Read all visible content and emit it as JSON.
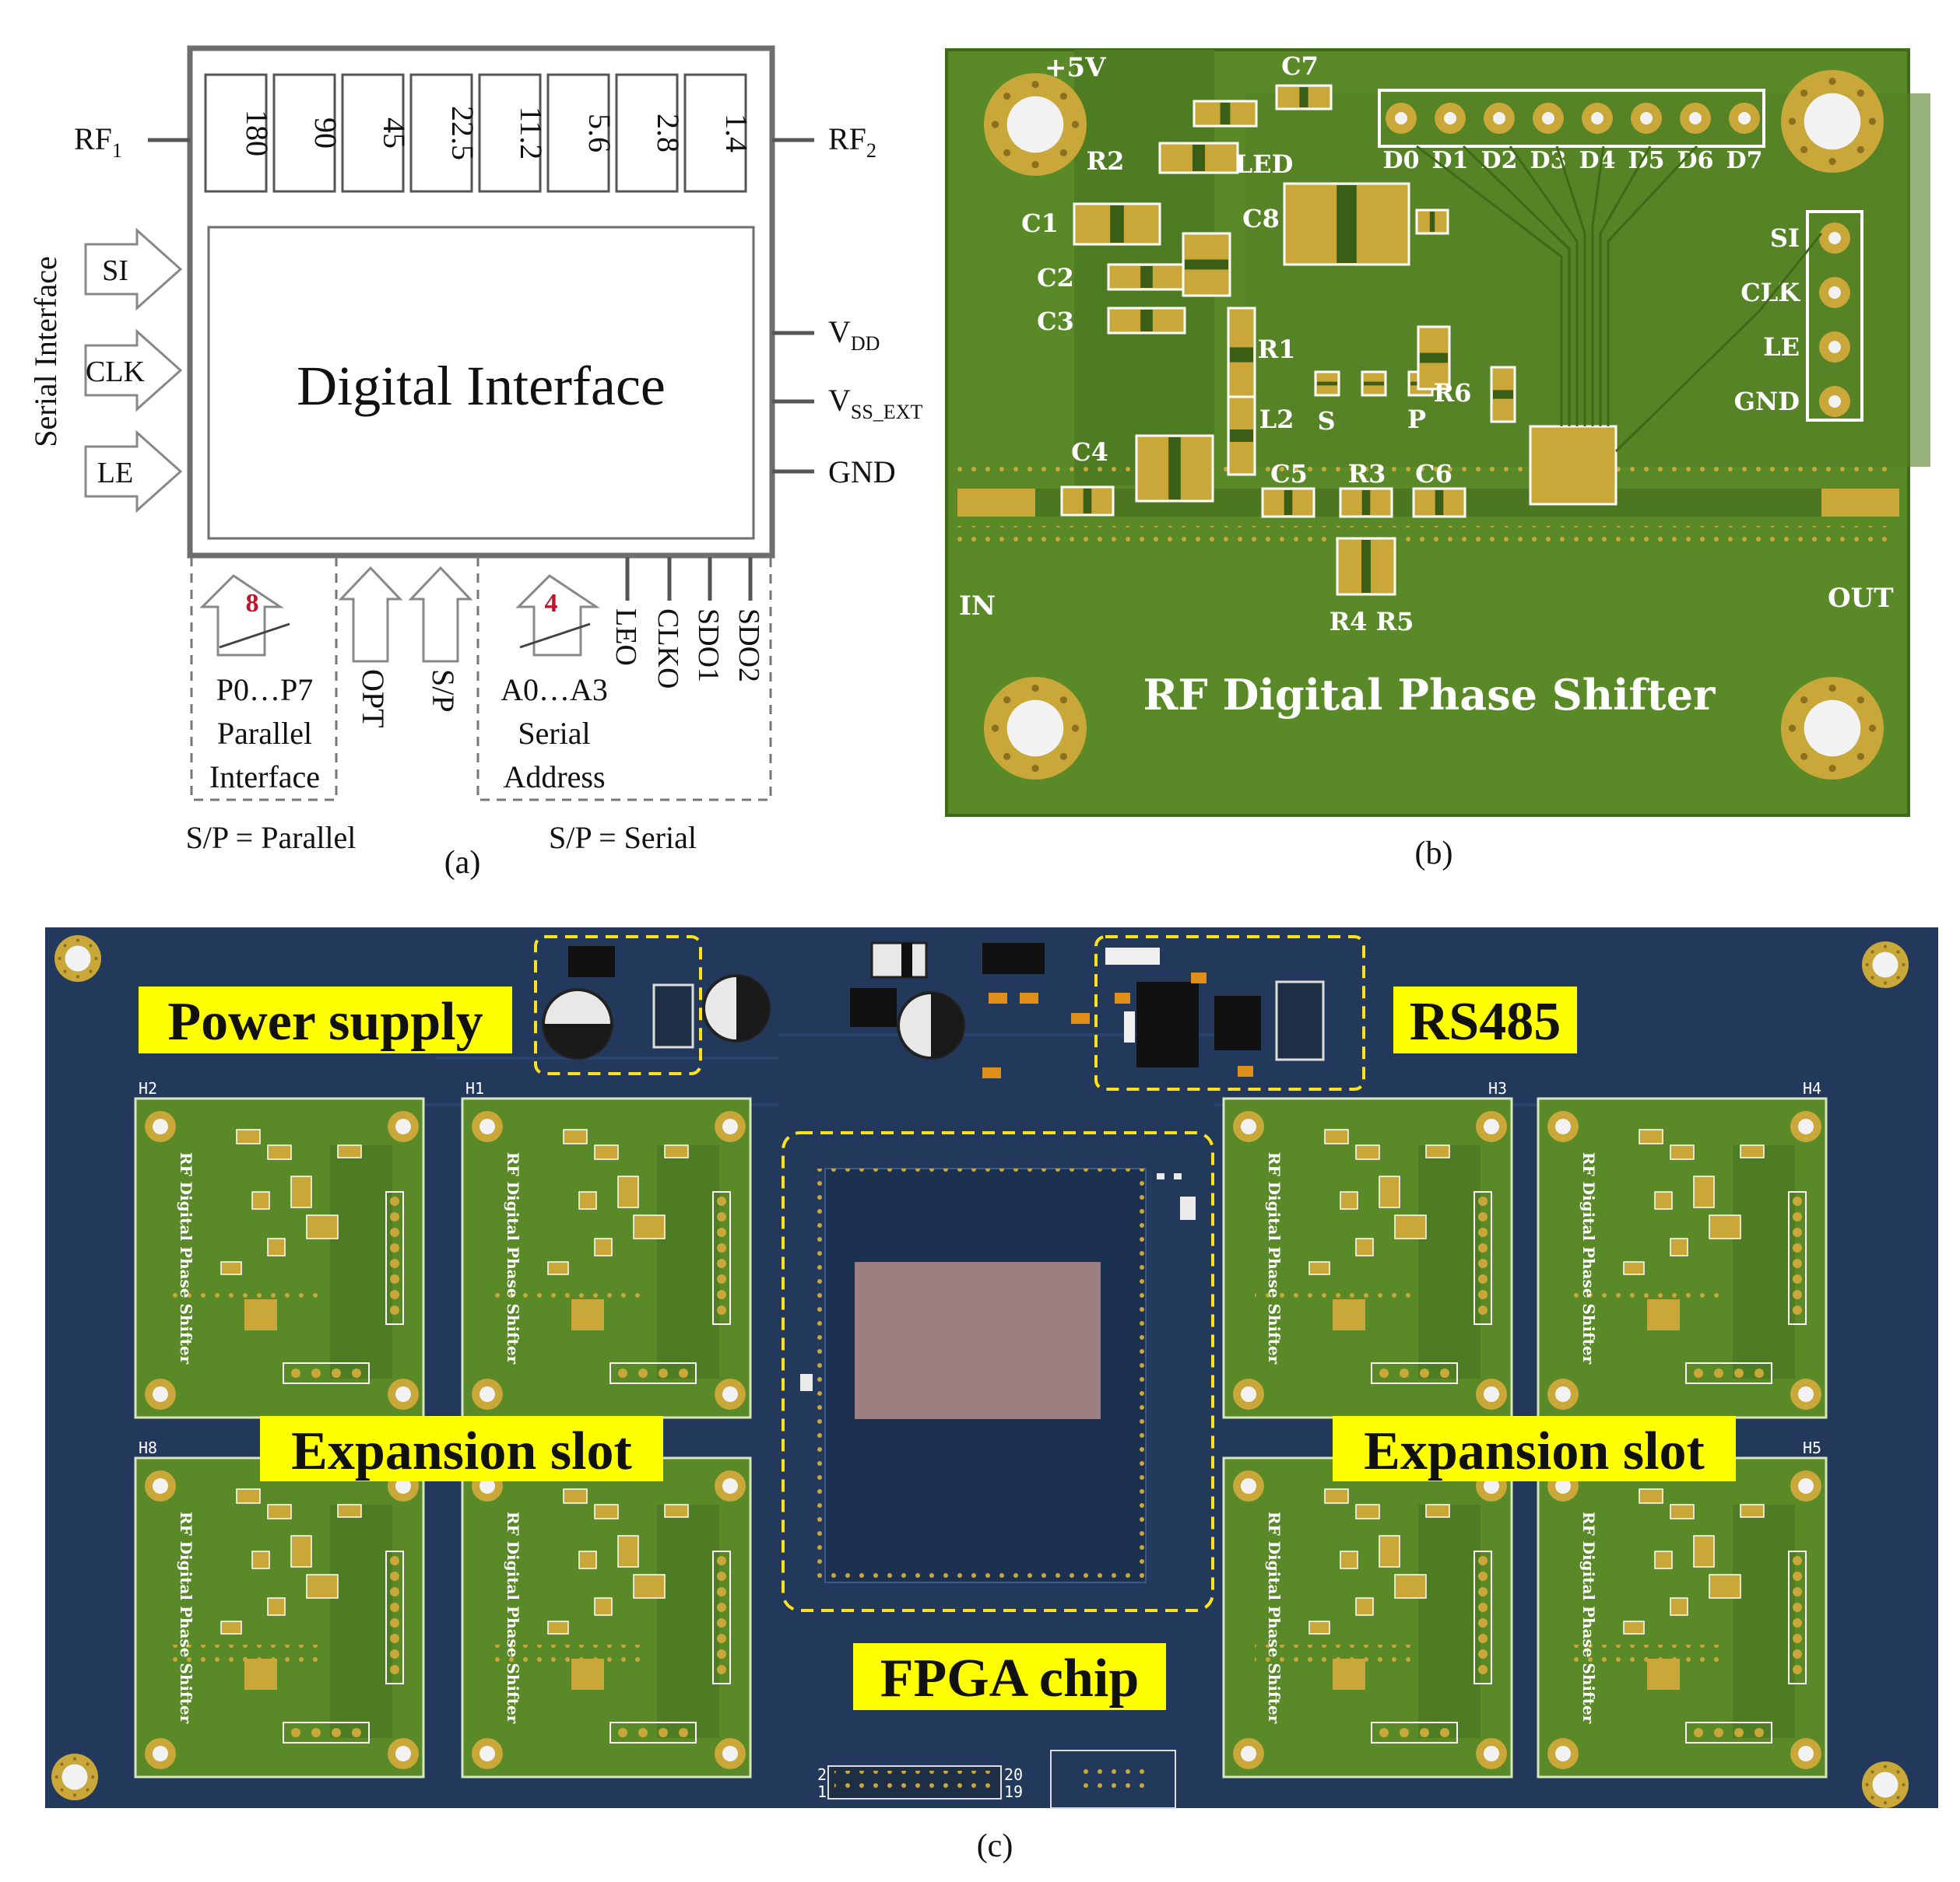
{
  "panel_a": {
    "caption": "(a)",
    "phase_bits": [
      "180",
      "90",
      "45",
      "22.5",
      "11.2",
      "5.6",
      "2.8",
      "1.4"
    ],
    "rf_in": "RF",
    "rf_in_sub": "1",
    "rf_out": "RF",
    "rf_out_sub": "2",
    "core_label": "Digital Interface",
    "serial_interface_label": "Serial Interface",
    "serial_inputs": [
      "SI",
      "CLK",
      "LE"
    ],
    "vdd": "V",
    "vdd_sub": "DD",
    "vss": "V",
    "vss_sub": "SS_EXT",
    "gnd": "GND",
    "parallel_bus_width": "8",
    "parallel_pins": "P0…P7",
    "parallel_label_1": "Parallel",
    "parallel_label_2": "Interface",
    "opt": "OPT",
    "sp": "S/P",
    "address_bus_width": "4",
    "address_pins": "A0…A3",
    "address_label_1": "Serial",
    "address_label_2": "Address",
    "outputs": [
      "LEO",
      "CLKO",
      "SDO1",
      "SDO2"
    ],
    "mode_parallel": "S/P = Parallel",
    "mode_serial": "S/P = Serial"
  },
  "panel_b": {
    "caption": "(b)",
    "board_title": "RF Digital Phase Shifter",
    "power": "+5V",
    "components": [
      "C7",
      "R2",
      "LED",
      "C1",
      "C8",
      "C2",
      "C3",
      "R1",
      "L2",
      "S",
      "P",
      "R6",
      "C4",
      "C5",
      "R3",
      "C6",
      "R4",
      "R5"
    ],
    "data_pins": [
      "D0",
      "D1",
      "D2",
      "D3",
      "D4",
      "D5",
      "D6",
      "D7"
    ],
    "header_pins": [
      "SI",
      "CLK",
      "LE",
      "GND"
    ],
    "rf_in": "IN",
    "rf_out": "OUT"
  },
  "panel_c": {
    "caption": "(c)",
    "label_power": "Power supply",
    "label_rs485": "RS485",
    "label_fpga": "FPGA chip",
    "label_expansion_left": "Expansion slot",
    "label_expansion_right": "Expansion slot",
    "slot_ids": [
      "H2",
      "H1",
      "H3",
      "H4",
      "H8",
      "H5"
    ],
    "slot_title": "RF Digital Phase Shifter",
    "connector_left": "2",
    "connector_left_2": "1",
    "connector_right": "20",
    "connector_right_2": "19"
  },
  "colors": {
    "pcb_green": "#5a8a28",
    "pcb_gold": "#c9a739",
    "pcb_blue": "#22395c",
    "highlight_yellow": "#ffff00",
    "annotation_red": "#c0142a"
  }
}
